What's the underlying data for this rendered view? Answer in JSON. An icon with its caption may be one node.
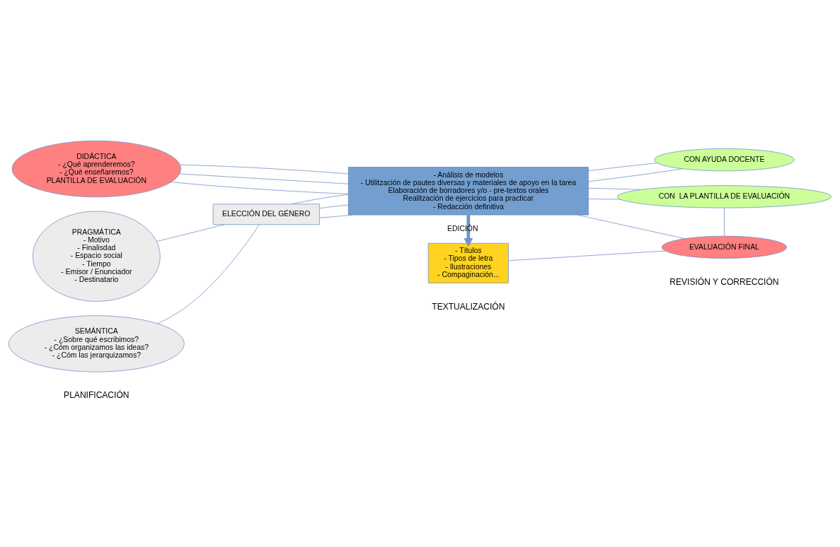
{
  "diagram": {
    "nodes": [
      {
        "text": [
          "PRAGMÁTICA",
          "- Motivo",
          "- Finalisdad",
          "- Espacio social",
          "- Tiempo",
          "- Emisor / Enunciador",
          "- Destinatario"
        ]
      },
      {
        "text": [
          "SEMÁNTICA",
          "- ¿Sobre qué escribimos?",
          "- ¿Cóm organizamos las ideas?",
          "- ¿Cóm las jerarquizamos?"
        ]
      },
      {
        "text": [
          "DIDÁCTICA",
          "- ¿Qué aprenderemos?",
          "- ¿Què enseñaremos?",
          "PLANTILLA DE EVALUACIÓN"
        ]
      },
      {
        "text": [
          "ELECCIÓN DEL GÉNERO"
        ]
      },
      {
        "text": [
          "- Análisis de modelos",
          "- Utilitzación de pautes diversas y materiales de apoyo en la tarea",
          "Elaboración de borradores y/o - pre-textos orales",
          "Realitzación de ejercicios para practicar",
          "- Redacción definitiva"
        ]
      },
      {
        "text": [
          "- Títulos",
          "- Tipos de letra",
          "- Ilustraciones",
          "- Compaginación..."
        ]
      },
      {
        "text": [
          "CON  LA PLANTILLA DE EVALUACIÓN"
        ]
      },
      {
        "text": [
          "CON AYUDA DOCENTE"
        ]
      },
      {
        "text": [
          "EVALUACIÓN FINAL"
        ]
      }
    ],
    "edges": [
      {
        "from": 0,
        "to": 3,
        "arrow": "none"
      },
      {
        "from": 1,
        "to": 3,
        "arrow": "none"
      },
      {
        "from": 3,
        "to": 4,
        "arrow": "none"
      },
      {
        "from": 3,
        "to": 4,
        "arrow": "none"
      },
      {
        "from": 3,
        "to": 4,
        "arrow": "none"
      },
      {
        "from": 2,
        "to": 4,
        "arrow": "none"
      },
      {
        "from": 2,
        "to": 4,
        "arrow": "none"
      },
      {
        "from": 2,
        "to": 4,
        "arrow": "none"
      },
      {
        "from": 4,
        "to": 6,
        "arrow": "none"
      },
      {
        "from": 4,
        "to": 7,
        "arrow": "none"
      },
      {
        "from": 6,
        "to": 4,
        "arrow": "none"
      },
      {
        "from": 4,
        "to": 7,
        "arrow": "none"
      },
      {
        "from": 4,
        "to": 8,
        "arrow": "none"
      },
      {
        "from": 6,
        "to": 8,
        "arrow": "none"
      },
      {
        "from": 5,
        "to": 8,
        "arrow": "none"
      },
      {
        "from": 4,
        "to": 5,
        "arrow": "to",
        "label": "EDICIÓN",
        "style": "thick"
      }
    ],
    "labels": [
      "PLANIFICACIÓN",
      "TEXTUALIZACIÓN",
      "REVISIÓN Y CORRECCIÓN"
    ]
  }
}
